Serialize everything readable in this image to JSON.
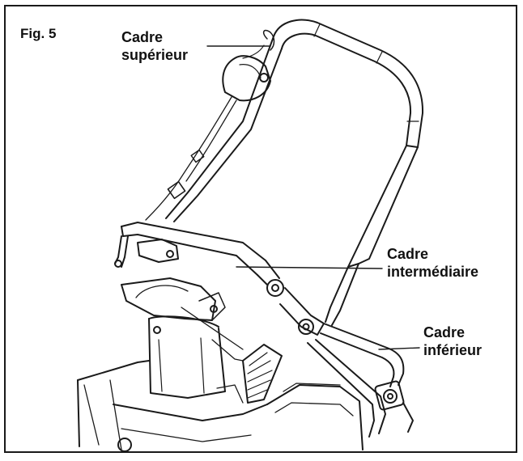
{
  "figure": {
    "title": "Fig. 5"
  },
  "labels": {
    "upper_frame": {
      "line1": "Cadre",
      "line2": "supérieur"
    },
    "middle_frame": {
      "line1": "Cadre",
      "line2": "intermédiaire"
    },
    "lower_frame": {
      "line1": "Cadre",
      "line2": "inférieur"
    }
  },
  "colors": {
    "line": "#1a1a1a",
    "background": "#ffffff"
  }
}
